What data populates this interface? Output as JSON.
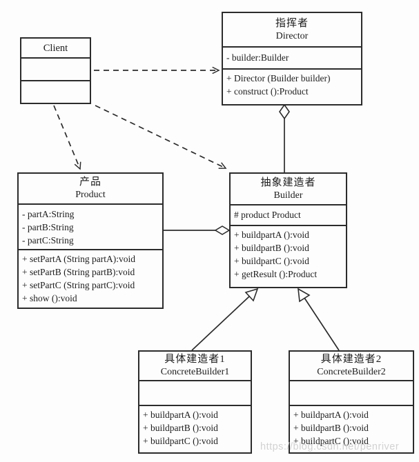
{
  "page": {
    "background": "#fdfdfd",
    "line_color": "#2b2b2b",
    "watermark_text": "https://blog.csdn.net/penriver",
    "watermark_color": "#cbcbcb"
  },
  "classes": {
    "client": {
      "title_en": "Client",
      "attributes": [],
      "methods": []
    },
    "director": {
      "title_zh": "指挥者",
      "title_en": "Director",
      "attributes": [
        "- builder:Builder"
      ],
      "methods": [
        "+ Director (Builder builder)",
        "+ construct ():Product"
      ]
    },
    "product": {
      "title_zh": "产品",
      "title_en": "Product",
      "attributes": [
        "- partA:String",
        "- partB:String",
        "- partC:String"
      ],
      "methods": [
        "+ setPartA (String partA):void",
        "+ setPartB (String partB):void",
        "+ setPartC (String partC):void",
        "+ show ():void"
      ]
    },
    "builder": {
      "title_zh": "抽象建造者",
      "title_en": "Builder",
      "attributes": [
        "# product Product"
      ],
      "methods": [
        "+ buildpartA ():void",
        "+ buildpartB ():void",
        "+ buildpartC ():void",
        "+ getResult ():Product"
      ]
    },
    "concrete_builder1": {
      "title_zh": "具体建造者1",
      "title_en": "ConcreteBuilder1",
      "attributes": [],
      "methods": [
        "+ buildpartA ():void",
        "+ buildpartB ():void",
        "+ buildpartC ():void"
      ]
    },
    "concrete_builder2": {
      "title_zh": "具体建造者2",
      "title_en": "ConcreteBuilder2",
      "attributes": [],
      "methods": [
        "+ buildpartA ():void",
        "+ buildpartB ():void",
        "+ buildpartC ():void"
      ]
    }
  },
  "relationships": [
    {
      "from": "Client",
      "to": "Director",
      "type": "dependency (dashed open arrow)"
    },
    {
      "from": "Client",
      "to": "Product",
      "type": "dependency (dashed open arrow)"
    },
    {
      "from": "Client",
      "to": "Builder",
      "type": "dependency (dashed open arrow)"
    },
    {
      "from": "Director",
      "to": "Builder",
      "type": "aggregation (hollow diamond at Director)"
    },
    {
      "from": "Builder",
      "to": "Product",
      "type": "aggregation (hollow diamond at Builder)"
    },
    {
      "from": "ConcreteBuilder1",
      "to": "Builder",
      "type": "generalization (hollow triangle at Builder)"
    },
    {
      "from": "ConcreteBuilder2",
      "to": "Builder",
      "type": "generalization (hollow triangle at Builder)"
    }
  ]
}
